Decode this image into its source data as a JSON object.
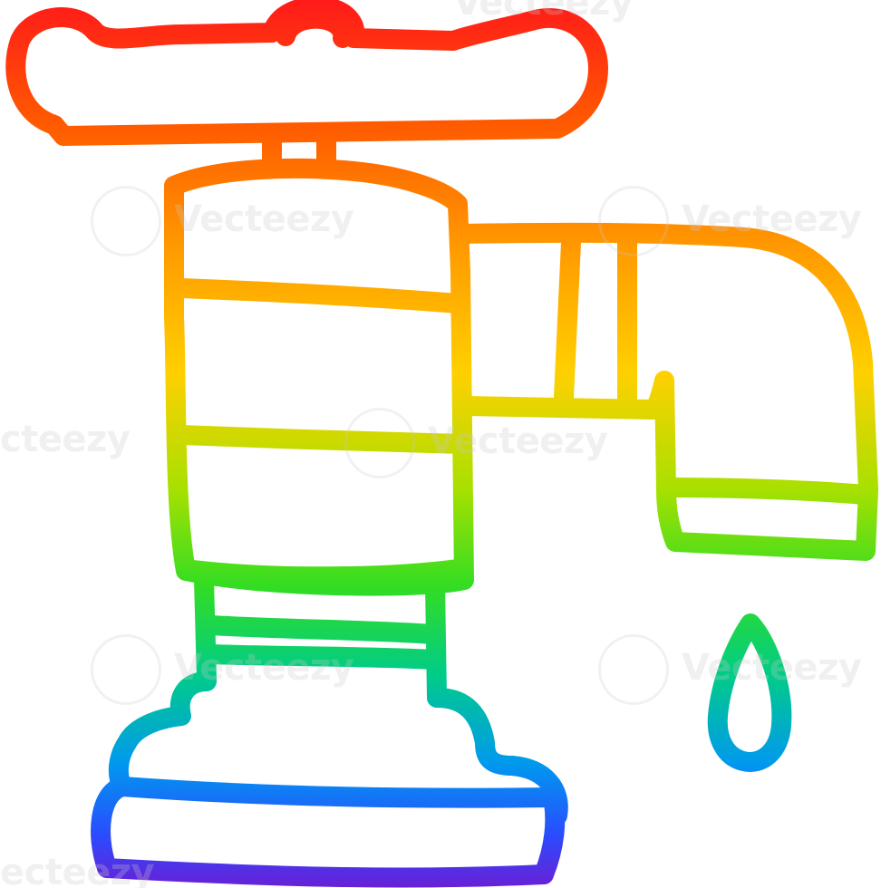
{
  "illustration": {
    "subject": "water-tap",
    "style": "rainbow-outline-cartoon",
    "colors": {
      "top": "#ff1a1a",
      "orange": "#ff8c00",
      "yellow": "#ffd000",
      "green": "#55dd00",
      "teal": "#00ccaa",
      "blue": "#1a66ff",
      "bottom": "#5522dd"
    }
  },
  "watermark": {
    "text": "Vecteezy",
    "partial_text": "ecteezy",
    "left_partial_text": "cteezy"
  }
}
